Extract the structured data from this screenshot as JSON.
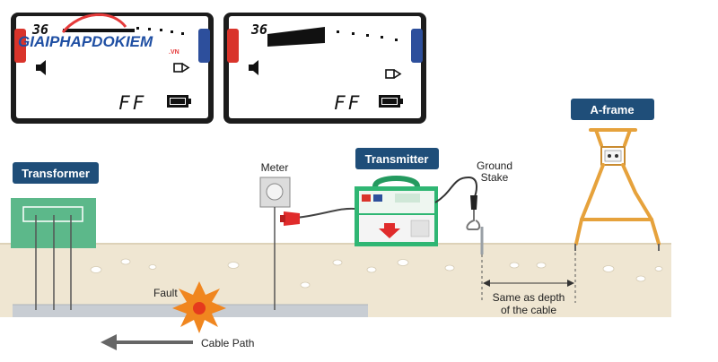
{
  "watermark": {
    "text": "GIAIPHAPDOKIEM",
    "suffix": ".VN"
  },
  "displays": [
    {
      "reading": "36",
      "mode": "FF"
    },
    {
      "reading": "36",
      "mode": "FF"
    }
  ],
  "labels": {
    "transformer": "Transformer",
    "transmitter": "Transmitter",
    "a_frame": "A-frame",
    "meter": "Meter",
    "ground_stake_line1": "Ground",
    "ground_stake_line2": "Stake",
    "fault": "Fault",
    "cable_path": "Cable Path",
    "depth_line1": "Same as depth",
    "depth_line2": "of the cable"
  },
  "colors": {
    "tag_bg": "#1f4e79",
    "ground": "#efe6d2",
    "cable": "#c8cdd3",
    "transformer": "#5cb88a",
    "transmitter": "#2fb673",
    "a_frame": "#e6a23c",
    "lcd_red": "#d9342b",
    "lcd_blue": "#2d4f9c"
  }
}
